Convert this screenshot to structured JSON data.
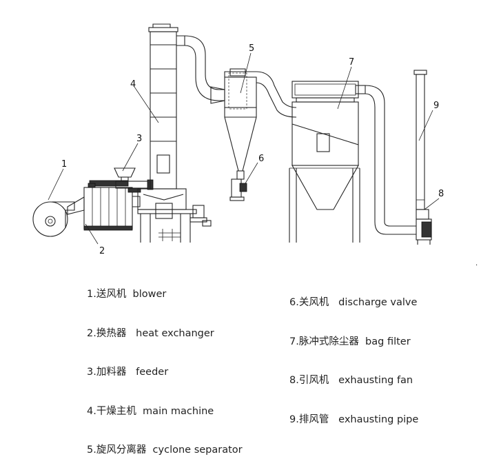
{
  "callouts": {
    "c1": "1",
    "c2": "2",
    "c3": "3",
    "c4": "4",
    "c5": "5",
    "c6": "6",
    "c7": "7",
    "c8": "8",
    "c9": "9"
  },
  "legend_left": [
    {
      "text": "1.送风机  blower"
    },
    {
      "text": "2.换热器   heat exchanger"
    },
    {
      "text": "3.加料器   feeder"
    },
    {
      "text": "4.干燥主机  main machine"
    },
    {
      "text": "5.旋风分离器  cyclone separator"
    }
  ],
  "legend_right": [
    {
      "text": "6.关风机   discharge valve"
    },
    {
      "text": "7.脉冲式除尘器  bag filter"
    },
    {
      "text": "8.引风机   exhausting fan"
    },
    {
      "text": "9.排风管   exhausting pipe"
    }
  ]
}
